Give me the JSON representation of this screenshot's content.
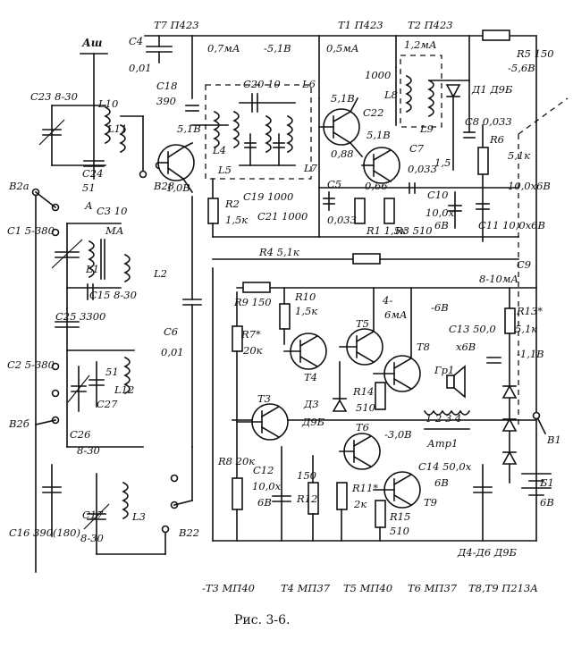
{
  "caption": "Рис. 3-6.",
  "labels": {
    "antenna": "Аш",
    "t7_top": "Т7 П423",
    "t1_top": "Т1 П423",
    "t2_top": "Т2 П423",
    "c4": "C4",
    "c4_val": "0,01",
    "i07": "0,7мА",
    "v51": "-5,1В",
    "i05": "0,5мА",
    "i12": "1,2мА",
    "r5": "R5 150",
    "v56": "-5,6В",
    "c23": "C23 8-30",
    "l10": "L10",
    "c18": "C18",
    "c18_val": "390",
    "c20": "C20 10",
    "l6": "L6",
    "v51b": "5,1В",
    "c22": "C22",
    "c22_val": "1000",
    "l8": "L8",
    "l9": "L9",
    "d1": "Д1 Д9Б",
    "c8": "C8 0,033",
    "r6": "R6",
    "r6_val": "5,1к",
    "l11": "L11",
    "c24": "C24",
    "c24_val": "51",
    "v51c": "5,1В",
    "l4": "L4",
    "l5": "L5",
    "c19": "C19 1000",
    "c21": "C21 1000",
    "l7": "L7",
    "v088": "0,88",
    "v51d": "5,1В",
    "c7": "C7",
    "c7_val": "0,033",
    "v15": "1,5",
    "b2a": "В2а",
    "b28": "В28",
    "v10": "1,0В",
    "a_lbl": "А",
    "c3": "C3 10",
    "ma": "МА",
    "r2": "R2",
    "r2_val": "1,5к",
    "c5": "C5",
    "c5_val": "0,033",
    "v066": "0,66",
    "r1": "R1 1,5к",
    "r3": "R3 510",
    "c10": "C10",
    "c10_val": "10,0х",
    "c10_v": "6В",
    "c11": "C11 10,0х6В",
    "c_right": "10,0х6В",
    "c1": "C1 5-380",
    "l1": "L1",
    "c15": "C15 8-30",
    "l2": "L2",
    "r4": "R4 5,1к",
    "c9": "C9",
    "c6": "C6",
    "c6_val": "0,01",
    "c25": "C25 3300",
    "r9": "R9 150",
    "r10": "R10",
    "r10_val": "1,5к",
    "t5": "Т5",
    "i4": "4-",
    "i6ma": "6мА",
    "v6": "-6В",
    "i810": "8-10мА",
    "r7": "R7*",
    "r7_val": "20к",
    "t4": "Т4",
    "c13": "C13 50,0",
    "c13_v": "х6В",
    "gr1": "Гр1",
    "t8": "Т8",
    "r13": "R13*",
    "r13_val": "5,1к",
    "v11": "-1,1В",
    "c2": "C2 5-380",
    "c27": "C27",
    "c27_val": "51",
    "l12": "L12",
    "r14": "R14",
    "r14_val": "510",
    "t3": "Т3",
    "d3": "Д3",
    "d3_val": "Д9Б",
    "tr_nums": "1 2 3 4",
    "t6": "Т6",
    "v30": "-3,0В",
    "atr1": "Атр1",
    "b26": "В2б",
    "c26": "C26",
    "c26_val": "8-30",
    "c16": "C16 390(180)",
    "c17": "C17",
    "c17_val": "8-30",
    "l3": "L3",
    "r8": "R8 20к",
    "c12": "C12",
    "c12_val": "10,0х",
    "c12_v": "6В",
    "r12": "R12",
    "r12_val": "150",
    "r11": "R11*",
    "r11_val": "2к",
    "r15": "R15",
    "r15_val": "510",
    "c14": "C14 50,0х",
    "c14_v": "6В",
    "t9": "Т9",
    "b22": "В22",
    "b1": "В1",
    "b_batt": "Б1",
    "b_batt_v": "6В",
    "d46": "Д4-Д6 Д9Б",
    "bot_t3": "-Т3 МП40",
    "bot_t4": "Т4 МП37",
    "bot_t5": "Т5 МП40",
    "bot_t6": "Т6 МП37",
    "bot_t89": "Т8,Т9 П213А"
  }
}
